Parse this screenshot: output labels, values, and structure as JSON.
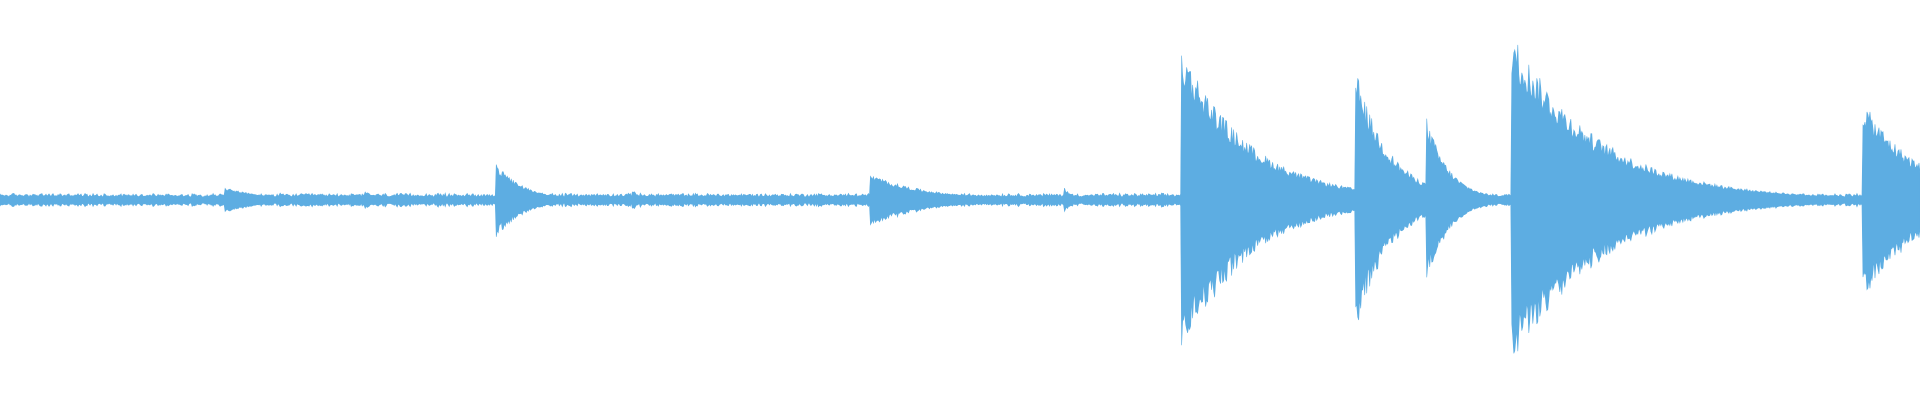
{
  "waveform": {
    "color": "#5dade2",
    "background": "#ffffff",
    "noise_floor": 0.025,
    "sample_count": 1920,
    "events": [
      {
        "start": 0.117,
        "peak": 0.06,
        "decay": 0.02
      },
      {
        "start": 0.19,
        "peak": 0.04,
        "decay": 0.01
      },
      {
        "start": 0.258,
        "peak": 0.17,
        "decay": 0.015
      },
      {
        "start": 0.329,
        "peak": 0.05,
        "decay": 0.005
      },
      {
        "start": 0.453,
        "peak": 0.12,
        "decay": 0.03
      },
      {
        "start": 0.554,
        "peak": 0.06,
        "decay": 0.005
      },
      {
        "start": 0.615,
        "peak": 0.72,
        "decay": 0.035
      },
      {
        "start": 0.655,
        "peak": 0.1,
        "decay": 0.02
      },
      {
        "start": 0.706,
        "peak": 0.6,
        "decay": 0.018
      },
      {
        "start": 0.743,
        "peak": 0.38,
        "decay": 0.012
      },
      {
        "start": 0.787,
        "peak": 0.78,
        "decay": 0.045
      },
      {
        "start": 0.844,
        "peak": 0.1,
        "decay": 0.015
      },
      {
        "start": 0.97,
        "peak": 0.46,
        "decay": 0.03
      }
    ]
  }
}
